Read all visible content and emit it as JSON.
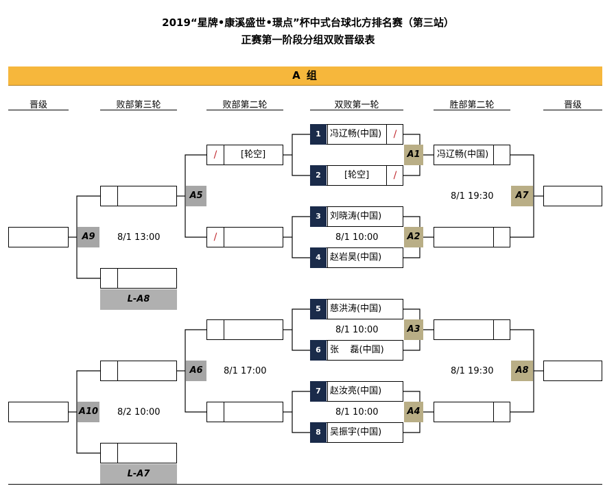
{
  "title": {
    "line1": "2019“星牌•康溪盛世•璟点”杯中式台球北方排名赛（第三站）",
    "line2": "正赛第一阶段分组双败晋级表"
  },
  "group_label": "A   组",
  "rounds": [
    "晋级",
    "败部第三轮",
    "败部第二轮",
    "双败第一轮",
    "胜部第二轮",
    "晋级"
  ],
  "seeds": [
    {
      "num": "1",
      "name": "冯辽畅(中国)",
      "slash": "/"
    },
    {
      "num": "2",
      "name": "[轮空]",
      "slash": "/"
    },
    {
      "num": "3",
      "name": "刘晓涛(中国)"
    },
    {
      "num": "4",
      "name": "赵岩昊(中国)"
    },
    {
      "num": "5",
      "name": "慈洪涛(中国)"
    },
    {
      "num": "6",
      "name": "张    磊(中国)"
    },
    {
      "num": "7",
      "name": "赵汝亮(中国)"
    },
    {
      "num": "8",
      "name": "吴振宇(中国)"
    }
  ],
  "matches": {
    "A1": "A1",
    "A2": "A2",
    "A3": "A3",
    "A4": "A4",
    "A5": "A5",
    "A6": "A6",
    "A7": "A7",
    "A8": "A8",
    "A9": "A9",
    "A10": "A10"
  },
  "times": {
    "A1A2": "8/1 10:00",
    "A3": "8/1 10:00",
    "A4": "8/1 10:00",
    "A7": "8/1 19:30",
    "A8": "8/1 19:30",
    "A5A9": "8/1 13:00",
    "A6": "8/1 17:00",
    "A10": "8/2 10:00"
  },
  "winners_round2": {
    "top": "冯辽畅(中国)"
  },
  "losers_round2": {
    "a5_top_slash": "/",
    "a5_top_name": "[轮空]",
    "a5_bottom_slash": "/"
  },
  "loser_feeds": {
    "lA8": "L-A8",
    "lA7": "L-A7"
  }
}
